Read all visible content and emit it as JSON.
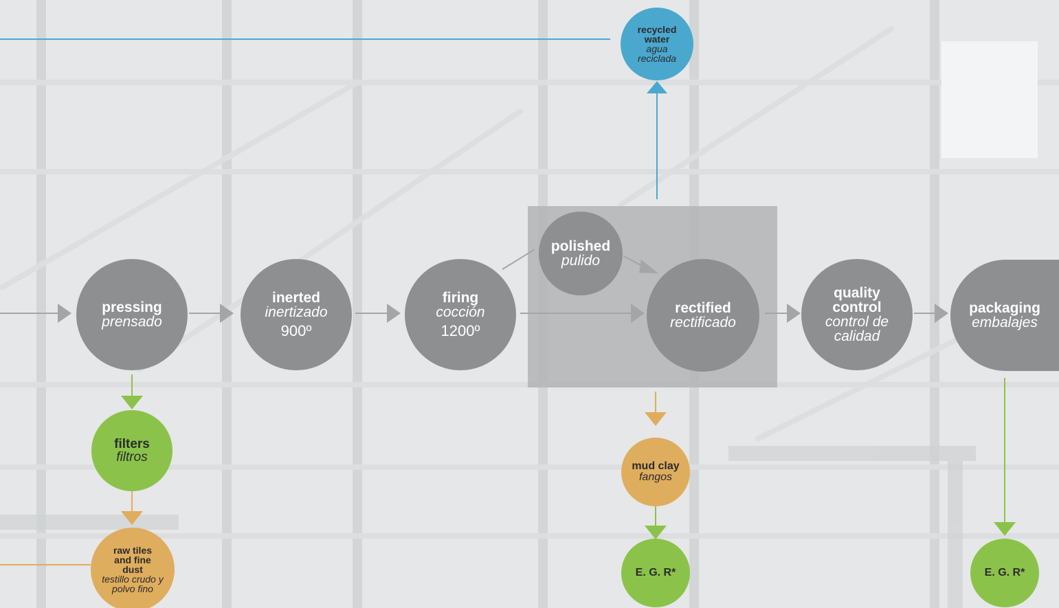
{
  "colors": {
    "process": "#8e8f91",
    "filter": "#8bc34a",
    "waste": "#dfad5e",
    "water": "#4aa8cf",
    "arrow_gray": "#a4a5a7"
  },
  "nodes": {
    "pressing": {
      "en": "pressing",
      "es": "prensado"
    },
    "inerted": {
      "en": "inerted",
      "es": "inertizado",
      "temp": "900º"
    },
    "firing": {
      "en": "firing",
      "es": "cocción",
      "temp": "1200º"
    },
    "polished": {
      "en": "polished",
      "es": "pulido"
    },
    "rectified": {
      "en": "rectified",
      "es": "rectificado"
    },
    "quality_control": {
      "en": "quality control",
      "es": "control de calidad"
    },
    "packaging": {
      "en": "packaging",
      "es": "embalajes"
    },
    "recycled_water": {
      "en": "recycled water",
      "es": "agua reciclada"
    },
    "filters": {
      "en": "filters",
      "es": "filtros"
    },
    "raw_tiles": {
      "en": "raw tiles and fine dust",
      "es": "testillo crudo y polvo fino"
    },
    "mud_clay": {
      "en": "mud clay",
      "es": "fangos"
    },
    "egr_1": {
      "label": "E. G. R*"
    },
    "egr_2": {
      "label": "E. G. R*"
    }
  }
}
